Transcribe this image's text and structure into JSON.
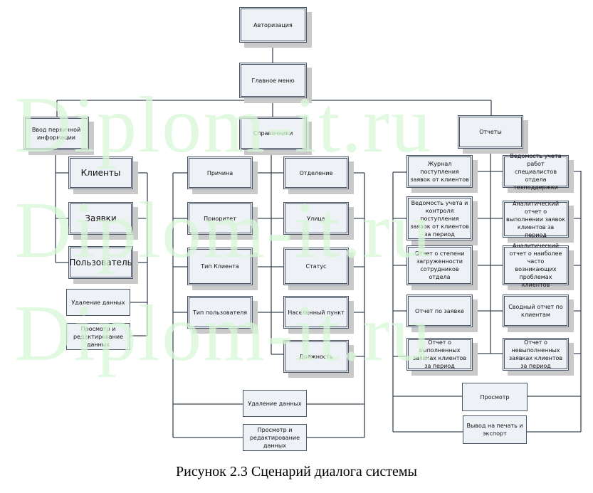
{
  "watermark": "Diplom-it.ru",
  "nodes": {
    "auth": "Авторизация",
    "main_menu": "Главное меню",
    "input": "Ввод первичной информации",
    "refs": "Справочники",
    "reports": "Отчеты",
    "clients": "Клиенты",
    "requests": "Заявки",
    "user": "Пользователь",
    "input_delete": "Удаление данных",
    "input_view": "Просмотр и редактирование данных",
    "reason": "Причина",
    "priority": "Приоритет",
    "client_type": "Тип Клиента",
    "user_type": "Тип пользователя",
    "department": "Отделение",
    "street": "Улица",
    "status": "Статус",
    "locality": "Населенный пункт",
    "position": "Должность",
    "refs_delete": "Удаление данных",
    "refs_view": "Просмотр и редактирование данных",
    "r_journal": "Журнал поступления заявок от клиентов",
    "r_control": "Ведомость учета и контроля поступления заявок от клиентов за период",
    "r_load": "Отчет о степени загруженности сотрудников отдела",
    "r_request": "Отчет по заявке",
    "r_done": "Отчет о выполненных заявках клиентов за период",
    "r_specialists": "Ведомость учета работ специалистов отдела техподдержки",
    "r_analytic_done": "Аналитический отчет о выполнении заявок клиентов за период",
    "r_analytic_problems": "Аналитический отчет о наиболее часто возникающих проблемах клиентов",
    "r_summary": "Сводный отчет по клиентам",
    "r_undone": "Отчет о невыполненных заявках клиентов за период",
    "r_view": "Просмотр",
    "r_print": "Вывод на печать и экспорт"
  },
  "caption": "Рисунок 2.3 Сценарий диалога системы"
}
